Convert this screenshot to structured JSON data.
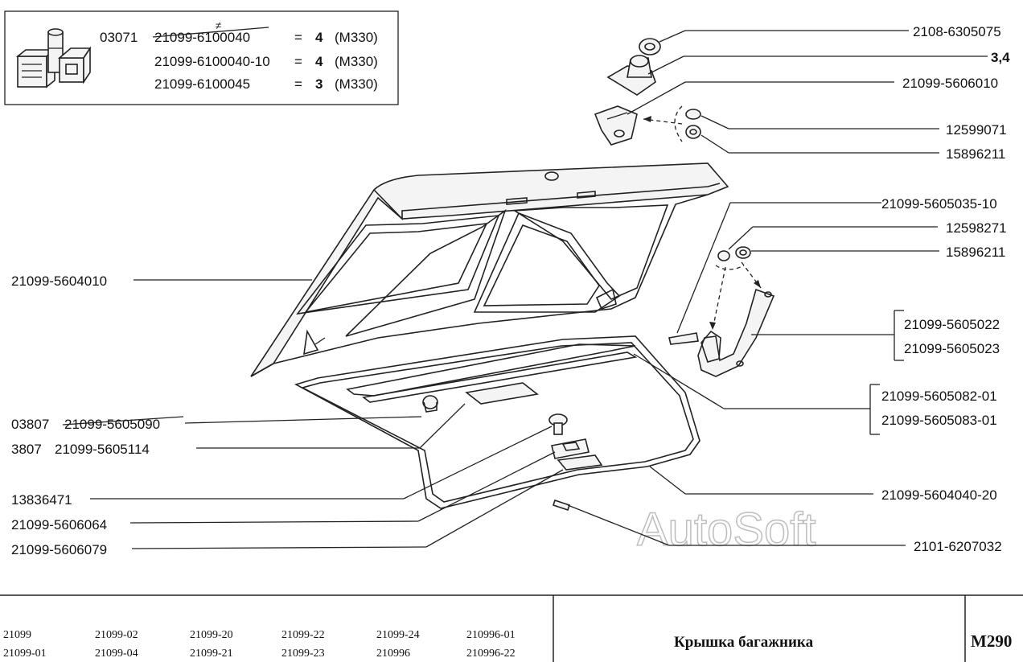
{
  "kit_box": {
    "rows": [
      {
        "prefix": "03071",
        "part": "21099-6100040",
        "eq": "=",
        "qty": "4",
        "material": "(М330)"
      },
      {
        "prefix": "",
        "part": "21099-6100040-10",
        "eq": "=",
        "qty": "4",
        "material": "(М330)"
      },
      {
        "prefix": "",
        "part": "21099-6100045",
        "eq": "=",
        "qty": "3",
        "material": "(М330)"
      }
    ],
    "mark": "≠"
  },
  "labels_left": [
    {
      "text": "21099-5604010"
    },
    {
      "prefix": "03807",
      "text": "21099-5605090"
    },
    {
      "prefix": "3807",
      "text": "21099-5605114"
    },
    {
      "text": "13836471"
    },
    {
      "text": "21099-5606064"
    },
    {
      "text": "21099-5606079"
    }
  ],
  "labels_right": [
    {
      "text": "2108-6305075"
    },
    {
      "text": "3,4"
    },
    {
      "text": "21099-5606010"
    },
    {
      "text": "12599071"
    },
    {
      "text": "15896211"
    },
    {
      "text": "21099-5605035-10"
    },
    {
      "text": "12598271"
    },
    {
      "text": "15896211"
    },
    {
      "text": "21099-5605022"
    },
    {
      "text": "21099-5605023"
    },
    {
      "text": "21099-5605082-01"
    },
    {
      "text": "21099-5605083-01"
    },
    {
      "text": "21099-5604040-20"
    },
    {
      "text": "2101-6207032"
    }
  ],
  "watermark": "AutoSoft",
  "footer": {
    "models": [
      [
        "21099",
        "21099-01"
      ],
      [
        "21099-02",
        "21099-04"
      ],
      [
        "21099-20",
        "21099-21"
      ],
      [
        "21099-22",
        "21099-23"
      ],
      [
        "21099-24",
        "210996"
      ],
      [
        "210996-01",
        "210996-22"
      ]
    ],
    "title": "Крышка багажника",
    "code": "M290"
  }
}
